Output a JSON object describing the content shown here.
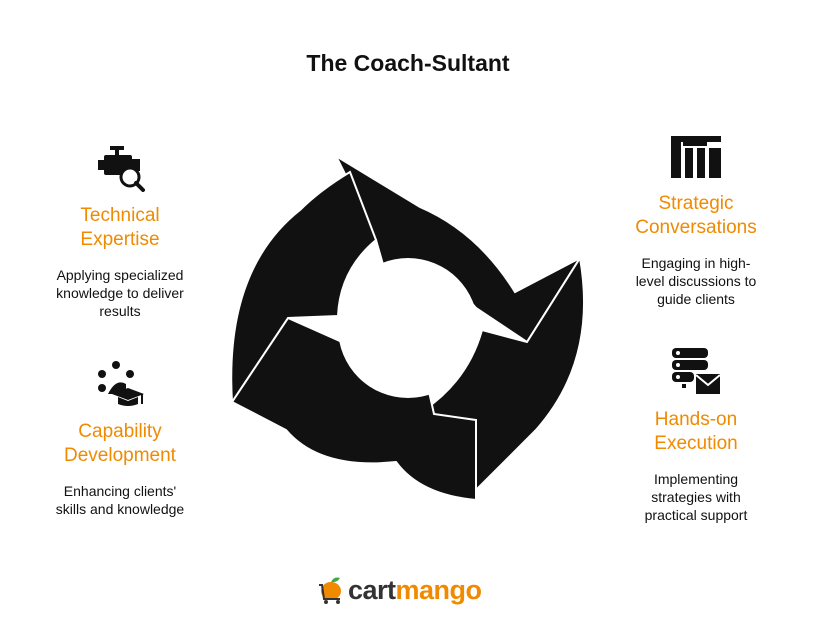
{
  "title": "The Coach-Sultant",
  "blocks": {
    "technical": {
      "heading_line1": "Technical",
      "heading_line2": "Expertise",
      "desc_line1": "Applying specialized",
      "desc_line2": "knowledge to deliver",
      "desc_line3": "results",
      "icon": "engine-search-icon"
    },
    "strategic": {
      "heading_line1": "Strategic",
      "heading_line2": "Conversations",
      "desc_line1": "Engaging in high-",
      "desc_line2": "level discussions to",
      "desc_line3": "guide clients",
      "icon": "pillars-icon"
    },
    "capability": {
      "heading_line1": "Capability",
      "heading_line2": "Development",
      "desc_line1": "Enhancing clients'",
      "desc_line2": "skills and knowledge",
      "icon": "student-cap-icon"
    },
    "handson": {
      "heading_line1": "Hands-on",
      "heading_line2": "Execution",
      "desc_line1": "Implementing",
      "desc_line2": "strategies with",
      "desc_line3": "practical support",
      "icon": "server-mail-icon"
    }
  },
  "logo": {
    "part1": "cart",
    "part2": "mango"
  },
  "colors": {
    "accent": "#F08A00",
    "ink": "#111111",
    "logo_leaf": "#3DAA4A"
  }
}
